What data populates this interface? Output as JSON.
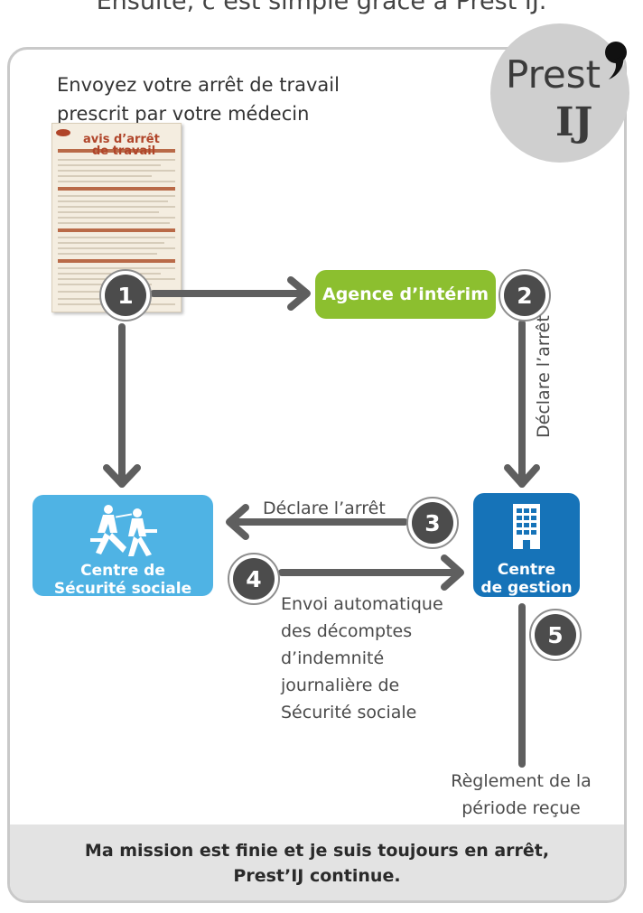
{
  "header": {
    "caption": "Ensuite, c’est simple grâce à Prest’IJ."
  },
  "logo": {
    "prest": "Prest",
    "ij": "IJ"
  },
  "intro": {
    "line1": "Envoyez votre arrêt de travail",
    "line2": "prescrit par votre médecin"
  },
  "document": {
    "title1": "avis d’arrêt",
    "title2": "de travail"
  },
  "nodes": {
    "agence": "Agence d’intérim",
    "cpam": [
      "Centre de",
      "Sécurité sociale"
    ],
    "gestion": [
      "Centre",
      "de gestion"
    ]
  },
  "steps": [
    "1",
    "2",
    "3",
    "4",
    "5"
  ],
  "labels": {
    "declare_arret": "Déclare l’arrêt",
    "declare_arret_vertical": "Déclare l’arrêt",
    "envoi": [
      "Envoi automatique",
      "des décomptes",
      "d’indemnité",
      "journalière de",
      "Sécurité sociale"
    ],
    "reglement": [
      "Règlement de la",
      "période reçue"
    ]
  },
  "footer": {
    "line1": "Ma mission est finie et je suis toujours en arrêt,",
    "line2": "Prest’IJ continue."
  },
  "colors": {
    "agence": "#8cbf2f",
    "cpam": "#4fb3e4",
    "gestion": "#1673b8",
    "arrow": "#5f5f5f",
    "step_badge": "#4c4c4c"
  }
}
